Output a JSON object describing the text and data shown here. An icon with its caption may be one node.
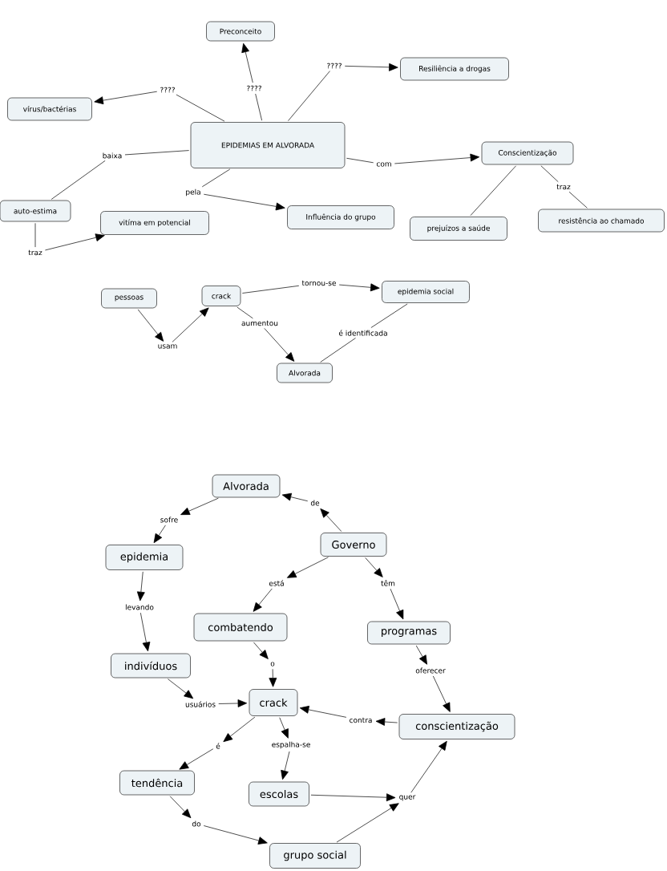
{
  "diagram": {
    "nodes": [
      {
        "text": [
          "EPIDEMIAS EM ALVORADA"
        ]
      },
      {
        "text": [
          "Preconceito"
        ]
      },
      {
        "text": [
          "Resiliência a drogas"
        ]
      },
      {
        "text": [
          "vírus/bactérias"
        ]
      },
      {
        "text": [
          "Conscientização"
        ]
      },
      {
        "text": [
          "auto-estima"
        ]
      },
      {
        "text": [
          "vitíma em potencial"
        ]
      },
      {
        "text": [
          "Influência do grupo"
        ]
      },
      {
        "text": [
          "prejuízos a saúde"
        ]
      },
      {
        "text": [
          "resistência ao chamado"
        ]
      },
      {
        "text": [
          "????"
        ]
      },
      {
        "text": [
          "????"
        ]
      },
      {
        "text": [
          "????"
        ]
      },
      {
        "text": [
          "baixa"
        ]
      },
      {
        "text": [
          "com"
        ]
      },
      {
        "text": [
          "pela"
        ]
      },
      {
        "text": [
          "traz"
        ]
      },
      {
        "text": [
          "traz"
        ]
      },
      {
        "text": [
          "pessoas"
        ]
      },
      {
        "text": [
          "crack"
        ]
      },
      {
        "text": [
          "epidemia social"
        ]
      },
      {
        "text": [
          "Alvorada"
        ]
      },
      {
        "text": [
          "usam"
        ]
      },
      {
        "text": [
          "tornou-se"
        ]
      },
      {
        "text": [
          "aumentou"
        ]
      },
      {
        "text": [
          "é identificada"
        ]
      },
      {
        "text": [
          "Alvorada"
        ]
      },
      {
        "text": [
          "epidemia"
        ]
      },
      {
        "text": [
          "Governo"
        ]
      },
      {
        "text": [
          "combatendo"
        ]
      },
      {
        "text": [
          "programas"
        ]
      },
      {
        "text": [
          "indivíduos"
        ]
      },
      {
        "text": [
          "crack"
        ]
      },
      {
        "text": [
          "conscientização"
        ]
      },
      {
        "text": [
          "tendência"
        ]
      },
      {
        "text": [
          "escolas"
        ]
      },
      {
        "text": [
          "grupo social"
        ]
      },
      {
        "text": [
          "sofre"
        ]
      },
      {
        "text": [
          "de"
        ]
      },
      {
        "text": [
          "levando"
        ]
      },
      {
        "text": [
          "está"
        ]
      },
      {
        "text": [
          "têm"
        ]
      },
      {
        "text": [
          "o"
        ]
      },
      {
        "text": [
          "oferecer"
        ]
      },
      {
        "text": [
          "usuários"
        ]
      },
      {
        "text": [
          "contra"
        ]
      },
      {
        "text": [
          "é"
        ]
      },
      {
        "text": [
          "espalha-se"
        ]
      },
      {
        "text": [
          "quer"
        ]
      },
      {
        "text": [
          "do"
        ]
      }
    ],
    "edges": [
      {
        "from": 0,
        "to": 10,
        "arrow": "none"
      },
      {
        "from": 10,
        "to": 3,
        "arrow": "to"
      },
      {
        "from": 0,
        "to": 11,
        "arrow": "none"
      },
      {
        "from": 11,
        "to": 1,
        "arrow": "to"
      },
      {
        "from": 0,
        "to": 12,
        "arrow": "none"
      },
      {
        "from": 12,
        "to": 2,
        "arrow": "to"
      },
      {
        "from": 0,
        "to": 13,
        "arrow": "none"
      },
      {
        "from": 13,
        "to": 5,
        "arrow": "none"
      },
      {
        "from": 0,
        "to": 14,
        "arrow": "none"
      },
      {
        "from": 14,
        "to": 4,
        "arrow": "to"
      },
      {
        "from": 0,
        "to": 15,
        "arrow": "none"
      },
      {
        "from": 15,
        "to": 7,
        "arrow": "to"
      },
      {
        "from": 4,
        "to": 8,
        "arrow": "none"
      },
      {
        "from": 4,
        "to": 16,
        "arrow": "none"
      },
      {
        "from": 16,
        "to": 9,
        "arrow": "none"
      },
      {
        "from": 5,
        "to": 17,
        "arrow": "none"
      },
      {
        "from": 17,
        "to": 6,
        "arrow": "to"
      },
      {
        "from": 18,
        "to": 22,
        "arrow": "to"
      },
      {
        "from": 22,
        "to": 19,
        "arrow": "to"
      },
      {
        "from": 19,
        "to": 23,
        "arrow": "none"
      },
      {
        "from": 23,
        "to": 20,
        "arrow": "to"
      },
      {
        "from": 19,
        "to": 24,
        "arrow": "none"
      },
      {
        "from": 24,
        "to": 21,
        "arrow": "to"
      },
      {
        "from": 20,
        "to": 25,
        "arrow": "none"
      },
      {
        "from": 25,
        "to": 21,
        "arrow": "none"
      },
      {
        "from": 26,
        "to": 37,
        "arrow": "to"
      },
      {
        "from": 37,
        "to": 27,
        "arrow": "to"
      },
      {
        "from": 28,
        "to": 38,
        "arrow": "to"
      },
      {
        "from": 38,
        "to": 26,
        "arrow": "to"
      },
      {
        "from": 27,
        "to": 39,
        "arrow": "to"
      },
      {
        "from": 39,
        "to": 31,
        "arrow": "to"
      },
      {
        "from": 28,
        "to": 40,
        "arrow": "to"
      },
      {
        "from": 40,
        "to": 29,
        "arrow": "to"
      },
      {
        "from": 28,
        "to": 41,
        "arrow": "to"
      },
      {
        "from": 41,
        "to": 30,
        "arrow": "to"
      },
      {
        "from": 29,
        "to": 42,
        "arrow": "to"
      },
      {
        "from": 42,
        "to": 32,
        "arrow": "to"
      },
      {
        "from": 30,
        "to": 43,
        "arrow": "to"
      },
      {
        "from": 43,
        "to": 33,
        "arrow": "to"
      },
      {
        "from": 31,
        "to": 44,
        "arrow": "to"
      },
      {
        "from": 44,
        "to": 32,
        "arrow": "to"
      },
      {
        "from": 33,
        "to": 45,
        "arrow": "to"
      },
      {
        "from": 45,
        "to": 32,
        "arrow": "to"
      },
      {
        "from": 32,
        "to": 46,
        "arrow": "to"
      },
      {
        "from": 46,
        "to": 34,
        "arrow": "to"
      },
      {
        "from": 32,
        "to": 47,
        "arrow": "to"
      },
      {
        "from": 47,
        "to": 35,
        "arrow": "to"
      },
      {
        "from": 35,
        "to": 48,
        "arrow": "to"
      },
      {
        "from": 36,
        "to": 48,
        "arrow": "to"
      },
      {
        "from": 48,
        "to": 33,
        "arrow": "to"
      },
      {
        "from": 34,
        "to": 49,
        "arrow": "to"
      },
      {
        "from": 49,
        "to": 36,
        "arrow": "to"
      }
    ]
  }
}
